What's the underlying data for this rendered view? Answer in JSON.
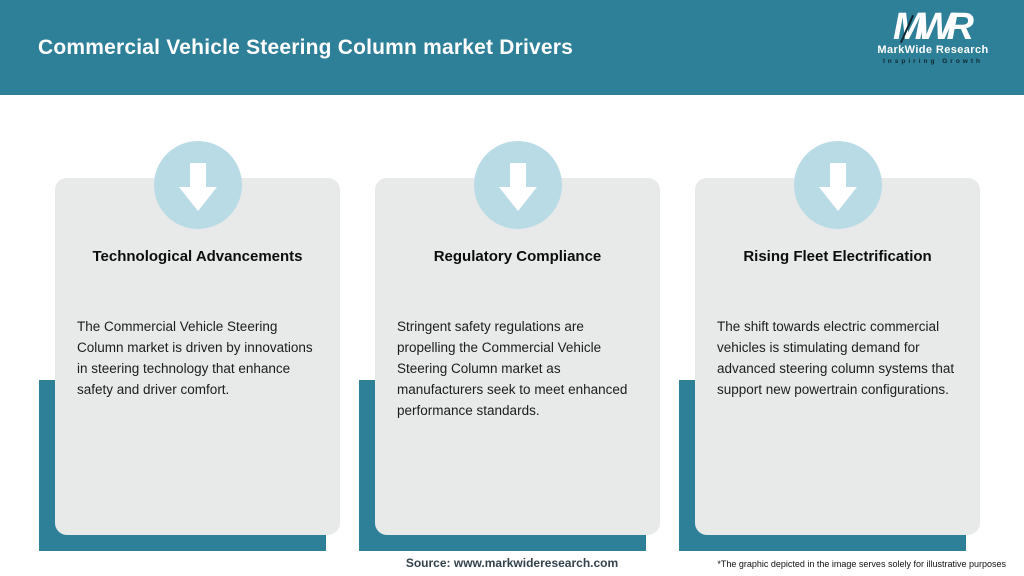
{
  "header": {
    "title": "Commercial Vehicle Steering Column market Drivers"
  },
  "logo": {
    "acronym": "MWR",
    "name": "MarkWide Research",
    "tagline": "Inspiring Growth"
  },
  "cards": [
    {
      "title": "Technological Advancements",
      "body": "The Commercial Vehicle Steering Column market is driven by innovations in steering technology that enhance safety and driver comfort."
    },
    {
      "title": "Regulatory Compliance",
      "body": "Stringent safety regulations are propelling the Commercial Vehicle Steering Column market as manufacturers seek to meet enhanced performance standards."
    },
    {
      "title": "Rising Fleet Electrification",
      "body": "The shift towards electric commercial vehicles is stimulating demand for advanced steering column systems that support new powertrain configurations."
    }
  ],
  "footer": {
    "source": "Source: www.markwideresearch.com",
    "disclaimer": "*The graphic depicted in the image serves solely for illustrative purposes"
  },
  "colors": {
    "teal": "#2e7f98",
    "circle": "#b9dbe6",
    "card-bg": "#e8eaea",
    "title-color": "#ffffff"
  }
}
